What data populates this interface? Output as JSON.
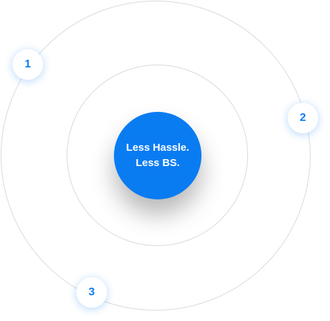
{
  "center": {
    "line1": "Less Hassle.",
    "line2": "Less BS."
  },
  "steps": [
    {
      "label": "1"
    },
    {
      "label": "2"
    },
    {
      "label": "3"
    }
  ],
  "colors": {
    "accent": "#0a7cf2",
    "ring": "#d9d9d9",
    "background": "#ffffff"
  }
}
